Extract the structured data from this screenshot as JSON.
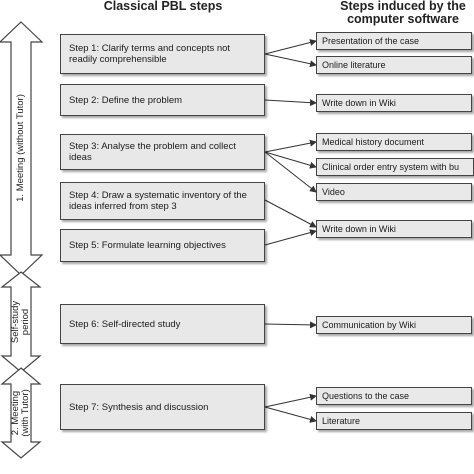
{
  "headers": {
    "classical": "Classical PBL steps",
    "software_line1": "Steps induced by the",
    "software_line2": "computer software"
  },
  "phases": [
    {
      "label": "1. Meeting (without Tutor)"
    },
    {
      "label_line1": "Self-study",
      "label_line2": "period"
    },
    {
      "label_line1": "2. Meeting",
      "label_line2": "(with Tutor)"
    }
  ],
  "steps": [
    {
      "label": "Step 1: Clarify terms and concepts not readily comprehensible"
    },
    {
      "label": "Step 2: Define the problem"
    },
    {
      "label": "Step 3: Analyse the problem and collect ideas"
    },
    {
      "label": "Step 4: Draw a systematic inventory of the ideas inferred from step 3"
    },
    {
      "label": "Step 5: Formulate learning objectives"
    },
    {
      "label": "Step 6: Self-directed study"
    },
    {
      "label": "Step 7: Synthesis and discussion"
    }
  ],
  "outputs": [
    {
      "label": "Presentation of the case"
    },
    {
      "label": "Online literature"
    },
    {
      "label": "Write down in Wiki"
    },
    {
      "label": "Medical history document"
    },
    {
      "label": "Clinical order entry system with bu"
    },
    {
      "label": "Video"
    },
    {
      "label": "Write down in Wiki"
    },
    {
      "label": "Communication by Wiki"
    },
    {
      "label": "Questions to the case"
    },
    {
      "label": "Literature"
    }
  ],
  "colors": {
    "box_fill": "#e8e8e8",
    "border": "#444444",
    "arrow_fill": "#ffffff"
  }
}
